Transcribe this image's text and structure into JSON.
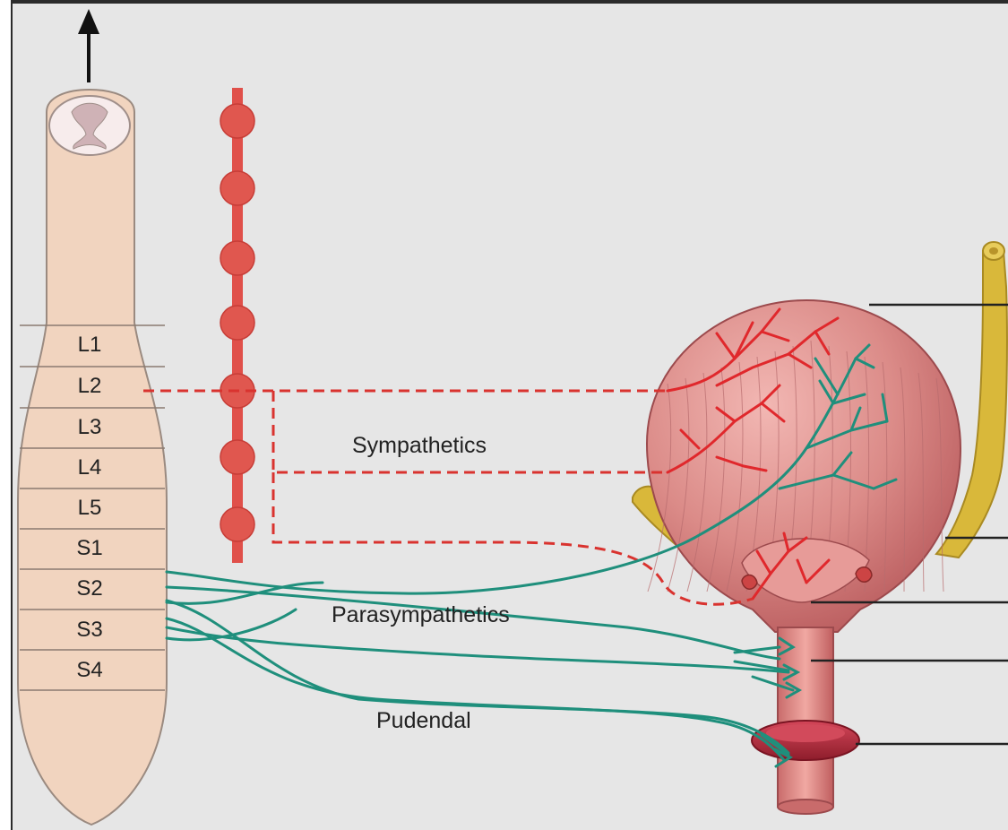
{
  "spinal_segments": [
    "L1",
    "L2",
    "L3",
    "L4",
    "L5",
    "S1",
    "S2",
    "S3",
    "S4"
  ],
  "nerve_labels": {
    "sympathetics": "Sympathetics",
    "parasympathetics": "Parasympathetics",
    "pudendal": "Pudendal"
  },
  "colors": {
    "background": "#e6e6e6",
    "spinal_cord": "#f1d4bf",
    "sympathetic": "#d9332f",
    "parasympathetic": "#1f8f7c",
    "bladder": "#d98484",
    "ureter": "#d9b83a",
    "sphincter": "#b62a3a"
  },
  "icons": [
    "up-arrow-icon"
  ]
}
